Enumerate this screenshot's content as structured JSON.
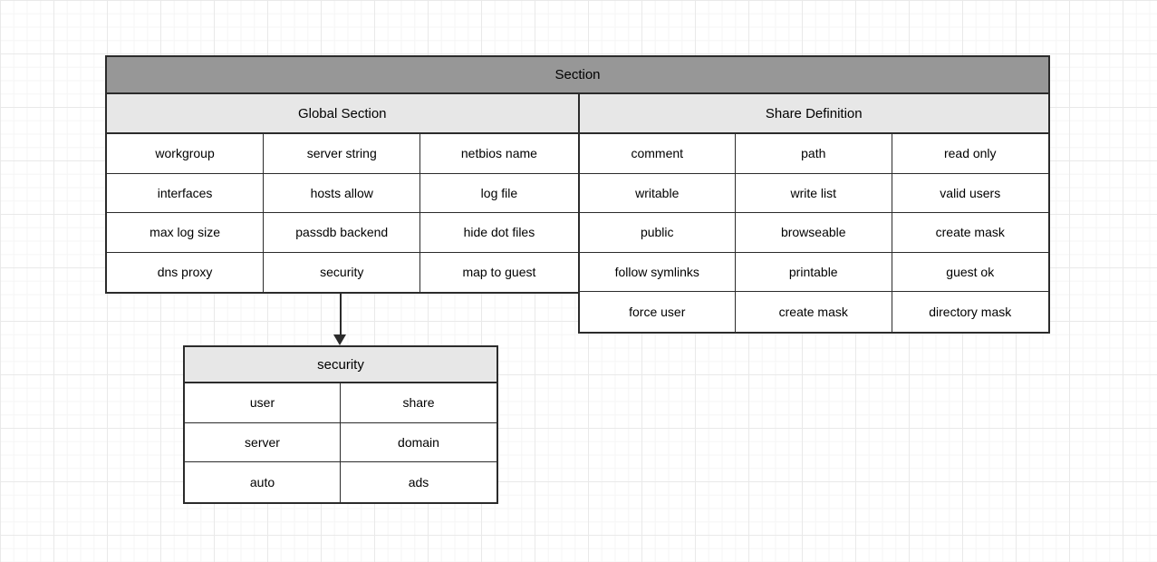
{
  "colors": {
    "canvas-bg": "#ffffff",
    "grid-minor": "#f5f5f5",
    "grid-major": "#e9e9e9",
    "title-fill": "#979797",
    "header-fill": "#e7e7e7",
    "cell-fill": "#ffffff",
    "border": "#2b2b2b",
    "text": "#000000"
  },
  "main_table": {
    "title": "Section",
    "sections": [
      {
        "title": "Global Section",
        "rows": [
          [
            "workgroup",
            "server string",
            "netbios name"
          ],
          [
            "interfaces",
            "hosts allow",
            "log file"
          ],
          [
            "max log size",
            "passdb backend",
            "hide dot files"
          ],
          [
            "dns proxy",
            "security",
            "map to guest"
          ]
        ]
      },
      {
        "title": "Share Definition",
        "rows": [
          [
            "comment",
            "path",
            "read only"
          ],
          [
            "writable",
            "write list",
            "valid users"
          ],
          [
            "public",
            "browseable",
            "create mask"
          ],
          [
            "follow symlinks",
            "printable",
            "guest ok"
          ],
          [
            "force user",
            "create mask",
            "directory mask"
          ]
        ]
      }
    ]
  },
  "security_table": {
    "title": "security",
    "rows": [
      [
        "user",
        "share"
      ],
      [
        "server",
        "domain"
      ],
      [
        "auto",
        "ads"
      ]
    ]
  }
}
